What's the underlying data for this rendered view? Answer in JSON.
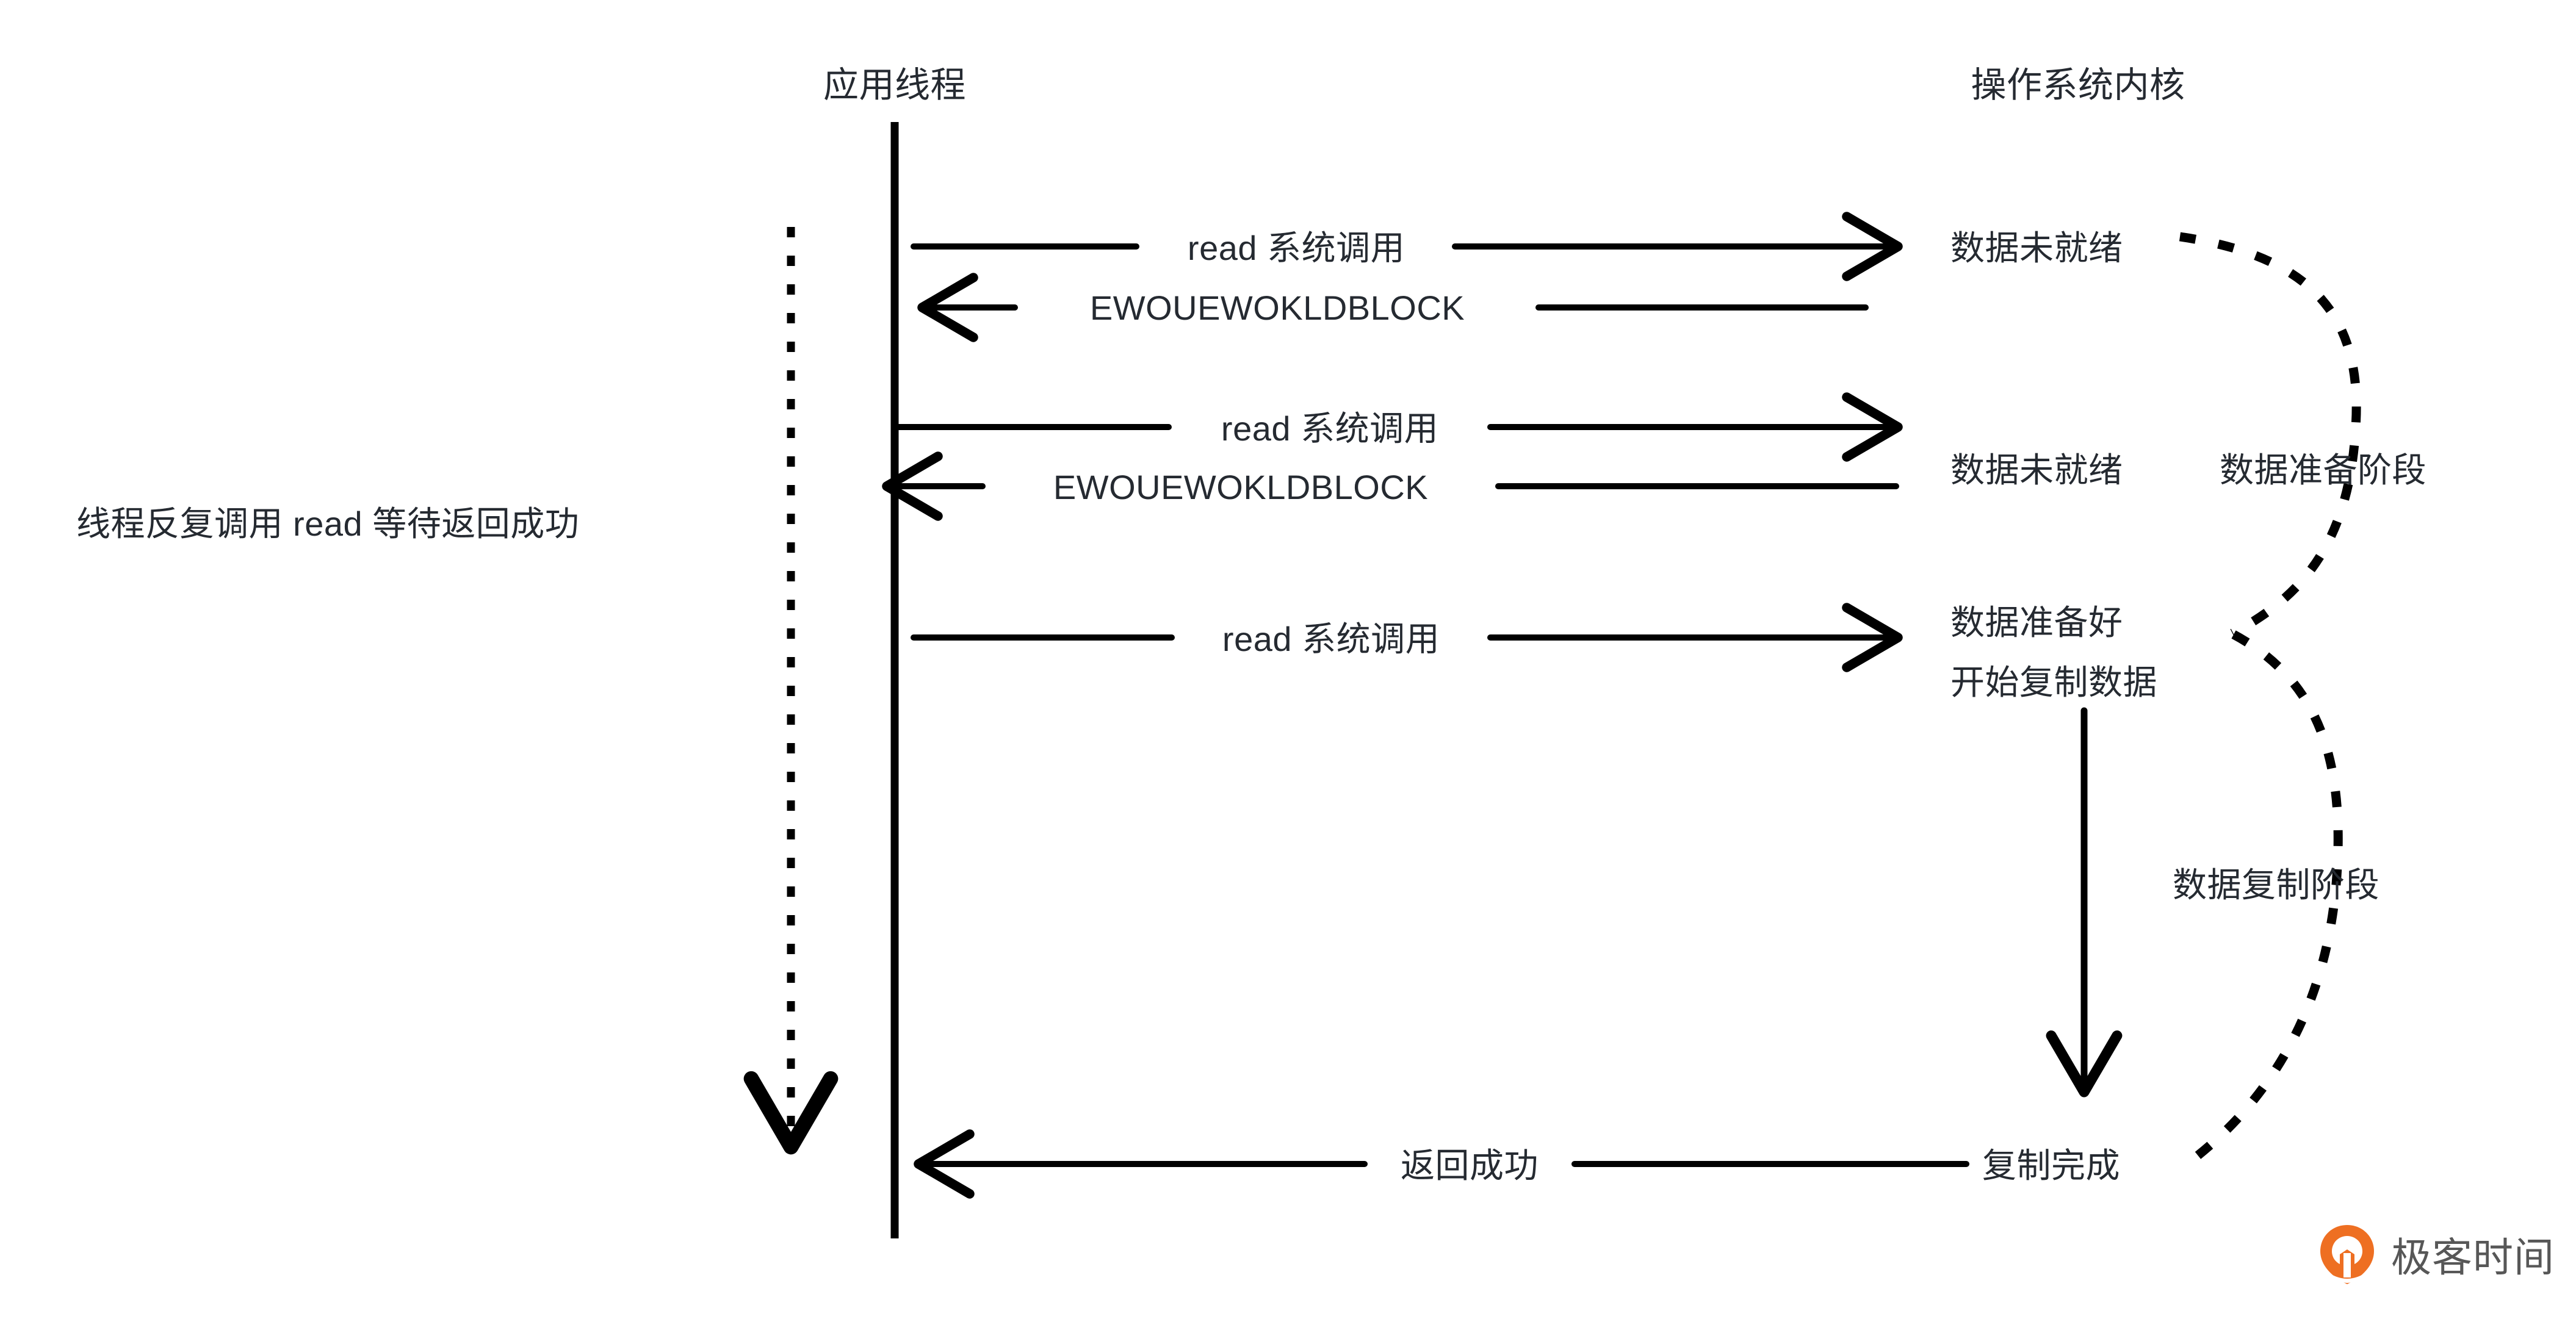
{
  "diagram": {
    "title_left": "应用线程",
    "title_right": "操作系统内核",
    "left_note": "线程反复调用 read 等待返回成功",
    "messages": [
      {
        "id": "m1",
        "label": "read 系统调用",
        "direction": "right"
      },
      {
        "id": "m2",
        "label": "EWOUEWOKLDBLOCK",
        "direction": "left"
      },
      {
        "id": "m3",
        "label": "read 系统调用",
        "direction": "right"
      },
      {
        "id": "m4",
        "label": "EWOUEWOKLDBLOCK",
        "direction": "left"
      },
      {
        "id": "m5",
        "label": "read 系统调用",
        "direction": "right"
      },
      {
        "id": "m6",
        "label": "返回成功",
        "direction": "left"
      }
    ],
    "kernel_states": [
      {
        "id": "k1",
        "label": "数据未就绪"
      },
      {
        "id": "k2",
        "label": "数据未就绪"
      },
      {
        "id": "k3_line1",
        "label": "数据准备好"
      },
      {
        "id": "k3_line2",
        "label": "开始复制数据"
      },
      {
        "id": "k4",
        "label": "复制完成"
      }
    ],
    "phases": [
      {
        "id": "p1",
        "label": "数据准备阶段"
      },
      {
        "id": "p2",
        "label": "数据复制阶段"
      }
    ],
    "colors": {
      "ink": "#252a31",
      "stroke": "#000000",
      "logo_orange": "#ee6f22",
      "logo_gray": "#575757"
    }
  },
  "watermark": {
    "wordmark": "极客时间",
    "icon": "geektime-pin-icon"
  }
}
